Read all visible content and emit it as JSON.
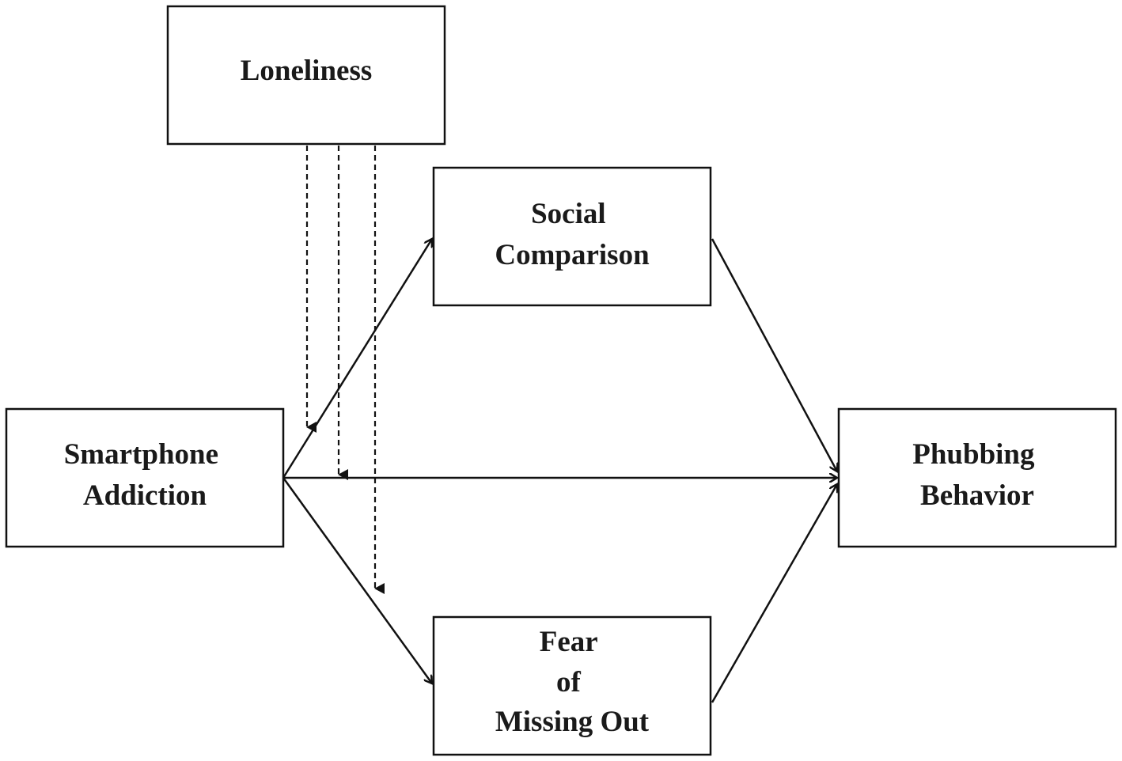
{
  "nodes": {
    "loneliness": {
      "lines": [
        "Loneliness"
      ]
    },
    "social_comparison": {
      "lines": [
        "Social",
        "Comparison"
      ]
    },
    "smartphone_addiction": {
      "lines": [
        "Smartphone",
        "Addiction"
      ]
    },
    "phubbing_behavior": {
      "lines": [
        "Phubbing",
        "Behavior"
      ]
    },
    "fear_of_missing_out": {
      "lines": [
        "Fear",
        "of",
        "Missing Out"
      ]
    }
  },
  "edges": [
    {
      "from": "smartphone_addiction",
      "to": "social_comparison",
      "style": "solid"
    },
    {
      "from": "smartphone_addiction",
      "to": "phubbing_behavior",
      "style": "solid"
    },
    {
      "from": "smartphone_addiction",
      "to": "fear_of_missing_out",
      "style": "solid"
    },
    {
      "from": "social_comparison",
      "to": "phubbing_behavior",
      "style": "solid"
    },
    {
      "from": "fear_of_missing_out",
      "to": "phubbing_behavior",
      "style": "solid"
    },
    {
      "from": "loneliness",
      "to": "smartphone_addiction->social_comparison",
      "style": "dashed"
    },
    {
      "from": "loneliness",
      "to": "smartphone_addiction->phubbing_behavior",
      "style": "dashed"
    },
    {
      "from": "loneliness",
      "to": "smartphone_addiction->fear_of_missing_out",
      "style": "dashed"
    }
  ]
}
